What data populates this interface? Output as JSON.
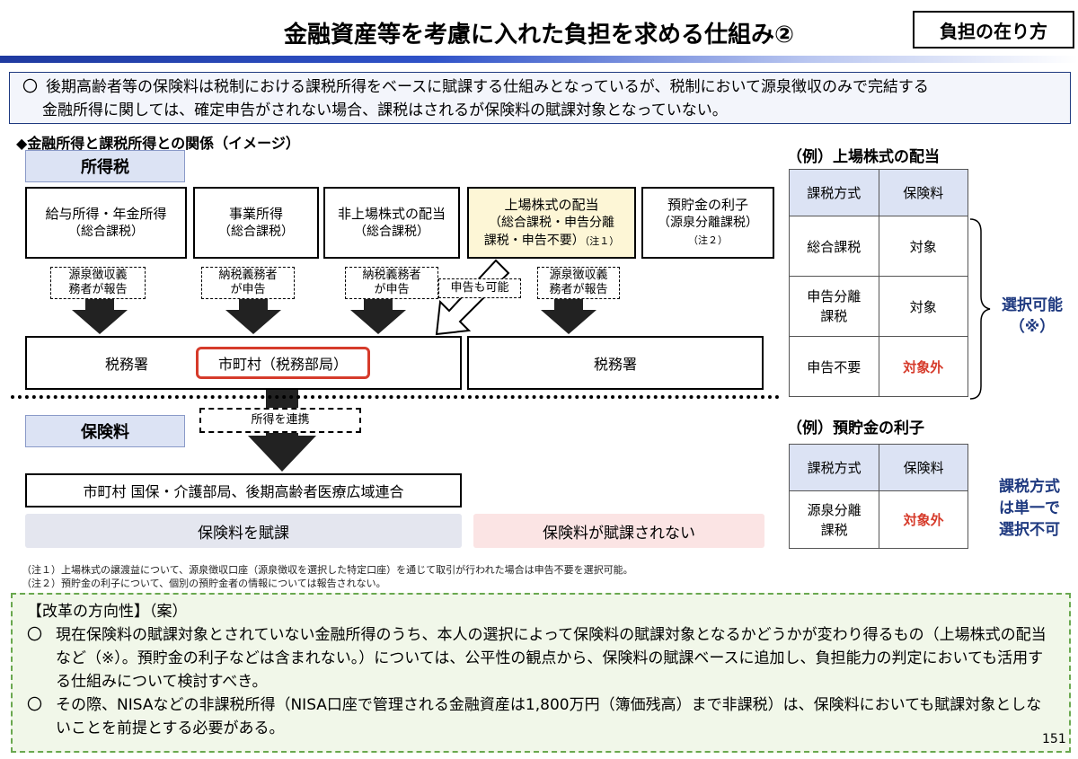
{
  "title": "金融資産等を考慮に入れた負担を求める仕組み②",
  "tag": "負担の在り方",
  "intro": {
    "bullet": "〇",
    "line1": "後期高齢者等の保険料は税制における課税所得をベースに賦課する仕組みとなっているが、税制において源泉徴収のみで完結する",
    "line2": "金融所得に関しては、確定申告がされない場合、課税はされるが保険料の賦課対象となっていない。"
  },
  "diagram": {
    "heading": "◆金融所得と課税所得との関係（イメージ）",
    "tax_label": "所得税",
    "premium_label": "保険料",
    "income_boxes": [
      {
        "line1": "給与所得・年金所得",
        "line2": "（総合課税）",
        "line3": ""
      },
      {
        "line1": "事業所得",
        "line2": "（総合課税）",
        "line3": ""
      },
      {
        "line1": "非上場株式の配当",
        "line2": "（総合課税）",
        "line3": ""
      },
      {
        "line1": "上場株式の配当",
        "line2": "（総合課税・申告分離",
        "line3": "課税・申告不要）",
        "note": "（注１）"
      },
      {
        "line1": "預貯金の利子",
        "line2": "（源泉分離課税）",
        "note": "（注２）"
      }
    ],
    "reports": [
      "源泉徴収義務者が報告",
      "納税義務者が申告",
      "納税義務者が申告",
      "源泉徴収義務者が報告"
    ],
    "report_lines": [
      [
        "源泉徴収義",
        "務者が報告"
      ],
      [
        "納税義務者",
        "が申告"
      ],
      [
        "納税義務者",
        "が申告"
      ],
      [
        "源泉徴収義",
        "務者が報告"
      ]
    ],
    "declare_option": "申告も可能",
    "tax_office_left": "税務署",
    "municipality": "市町村（税務部局）",
    "tax_office_right": "税務署",
    "link_label": "所得を連携",
    "insurer": "市町村 国保・介護部局、後期高齢者医療広域連合",
    "levied": "保険料を賦課",
    "not_levied": "保険料が賦課されない"
  },
  "footnotes": [
    "（注１）上場株式の譲渡益について、源泉徴収口座（源泉徴収を選択した特定口座）を通じて取引が行われた場合は申告不要を選択可能。",
    "（注２）預貯金の利子について、個別の預貯金者の情報については報告されない。"
  ],
  "example1": {
    "heading": "（例）上場株式の配当",
    "headers": [
      "課税方式",
      "保険料"
    ],
    "rows": [
      [
        "総合課税",
        "対象"
      ],
      [
        "申告分離課税",
        "対象"
      ],
      [
        "申告不要",
        "対象外"
      ]
    ],
    "rows_display": [
      [
        "総合課税",
        "対象"
      ],
      [
        "申告分離\n課税",
        "対象"
      ],
      [
        "申告不要",
        "対象外"
      ]
    ],
    "note_line1": "選択可能",
    "note_line2": "（※）"
  },
  "example2": {
    "heading": "（例）預貯金の利子",
    "headers": [
      "課税方式",
      "保険料"
    ],
    "rows": [
      [
        "源泉分離課税",
        "対象外"
      ]
    ],
    "note_line1": "課税方式",
    "note_line2": "は単一で",
    "note_line3": "選択不可"
  },
  "reform": {
    "heading": "【改革の方向性】（案）",
    "bullet": "〇",
    "item1": "現在保険料の賦課対象とされていない金融所得のうち、本人の選択によって保険料の賦課対象となるかどうかが変わり得るもの（上場株式の配当など（※）。預貯金の利子などは含まれない。）については、公平性の観点から、保険料の賦課ベースに追加し、負担能力の判定においても活用する仕組みについて検討すべき。",
    "item2": "その際、NISAなどの非課税所得（NISA口座で管理される金融資産は1,800万円（簿価残高）まで非課税）は、保険料においても賦課対象としないことを前提とする必要がある。"
  },
  "page_number": "151",
  "colors": {
    "accent_blue": "#1f3a80",
    "red": "#d63b2b",
    "light_blue": "#dce3f4",
    "light_green": "#f1f7e9",
    "pale_yellow": "#fdf6d6"
  }
}
